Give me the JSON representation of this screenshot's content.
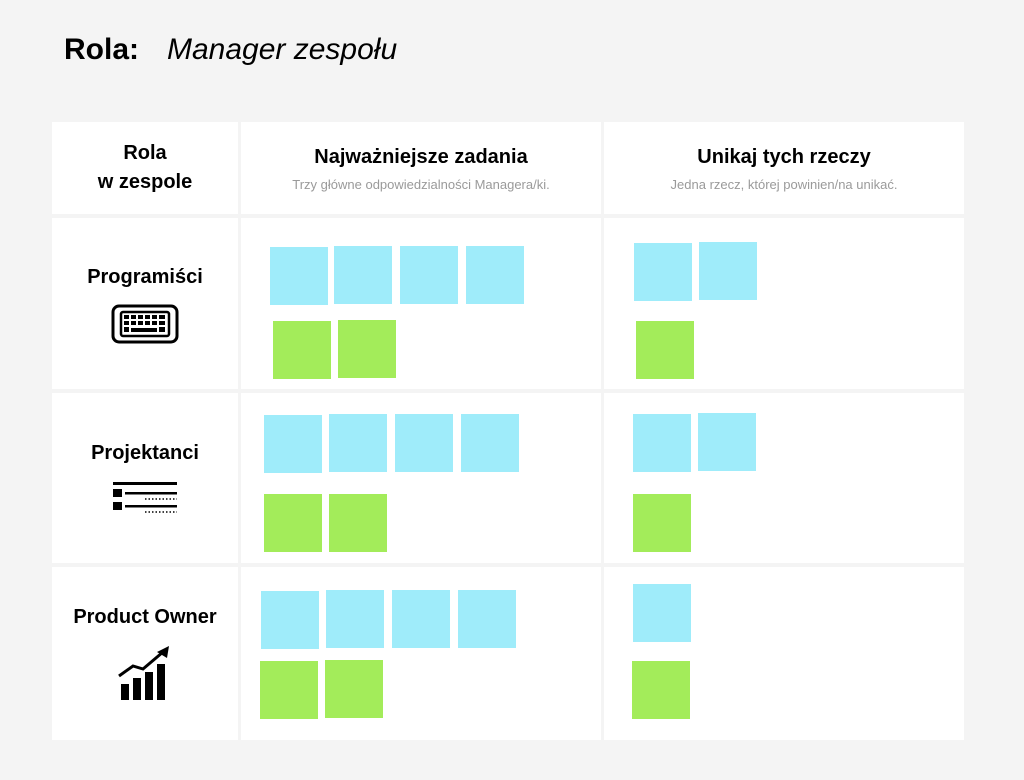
{
  "title": {
    "label": "Rola:",
    "value": "Manager zespołu"
  },
  "columns": {
    "role": {
      "line1": "Rola",
      "line2": "w zespole"
    },
    "tasks": {
      "title": "Najważniejsze zadania",
      "subtitle": "Trzy główne odpowiedzialności Managera/ki."
    },
    "avoid": {
      "title": "Unikaj tych rzeczy",
      "subtitle": "Jedna rzecz, której powinien/na unikać."
    }
  },
  "colors": {
    "blue_note": "#9fecfa",
    "green_note": "#a3ec5a",
    "background": "#f4f4f4",
    "cell": "#ffffff"
  },
  "rows": [
    {
      "label": "Programiści",
      "icon": "keyboard-icon",
      "tasks": {
        "blue": 4,
        "green": 2
      },
      "avoid": {
        "blue": 2,
        "green": 1
      }
    },
    {
      "label": "Projektanci",
      "icon": "text-lines-icon",
      "tasks": {
        "blue": 4,
        "green": 2
      },
      "avoid": {
        "blue": 2,
        "green": 1
      }
    },
    {
      "label": "Product Owner",
      "icon": "growth-chart-icon",
      "tasks": {
        "blue": 4,
        "green": 2
      },
      "avoid": {
        "blue": 1,
        "green": 1
      }
    }
  ]
}
